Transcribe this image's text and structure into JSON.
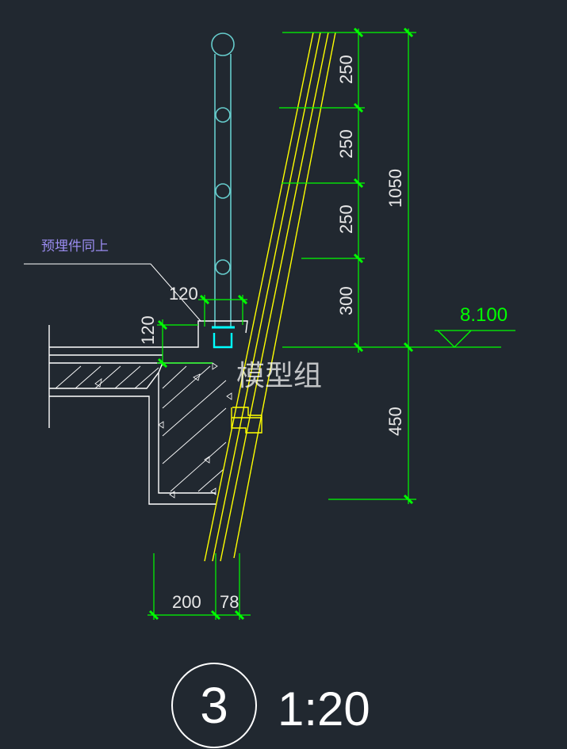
{
  "annotation": {
    "embedded_part_note": "预埋件同上"
  },
  "dimensions": {
    "railing_width": "120",
    "curb_height": "120",
    "rail_spacings": [
      "250",
      "250",
      "250",
      "300"
    ],
    "total_height": "1050",
    "below_level": "450",
    "bottom_left": "200",
    "bottom_right": "78"
  },
  "elevation": {
    "value": "8.100"
  },
  "watermark": "模型组",
  "detail": {
    "number": "3",
    "scale": "1:20"
  },
  "colors": {
    "background": "#212830",
    "structure": "#ffffff",
    "glass": "#ffff00",
    "dimension": "#00ff00",
    "rail": "#66cccc",
    "embed": "#00ffff",
    "note": "#9a8cf0"
  }
}
